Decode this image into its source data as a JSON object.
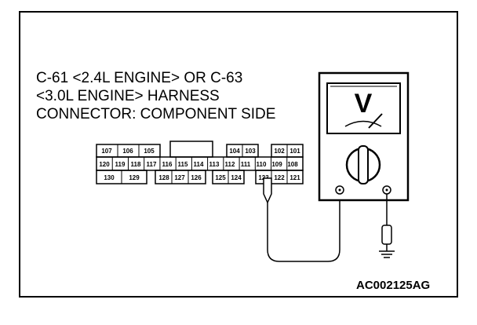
{
  "caption": {
    "line1": "C-61 <2.4L ENGINE> OR C-63",
    "line2": "<3.0L ENGINE> HARNESS",
    "line3": "CONNECTOR: COMPONENT SIDE"
  },
  "connector": {
    "row1": [
      "107",
      "106",
      "105",
      "",
      "104",
      "103",
      "",
      "102",
      "101"
    ],
    "row2": [
      "120",
      "119",
      "118",
      "117",
      "116",
      "115",
      "114",
      "113",
      "112",
      "111",
      "110",
      "109",
      "108"
    ],
    "row3": [
      "130",
      "129",
      "",
      "128",
      "127",
      "126",
      "",
      "125",
      "124",
      "",
      "123",
      "122",
      "121"
    ],
    "probed_pin": "123"
  },
  "voltmeter": {
    "display_symbol": "V",
    "terminals": [
      "positive",
      "negative"
    ]
  },
  "figure_id": "AC002125AG",
  "icons": [
    "voltmeter-icon",
    "ground-symbol-icon",
    "probe-icon"
  ]
}
